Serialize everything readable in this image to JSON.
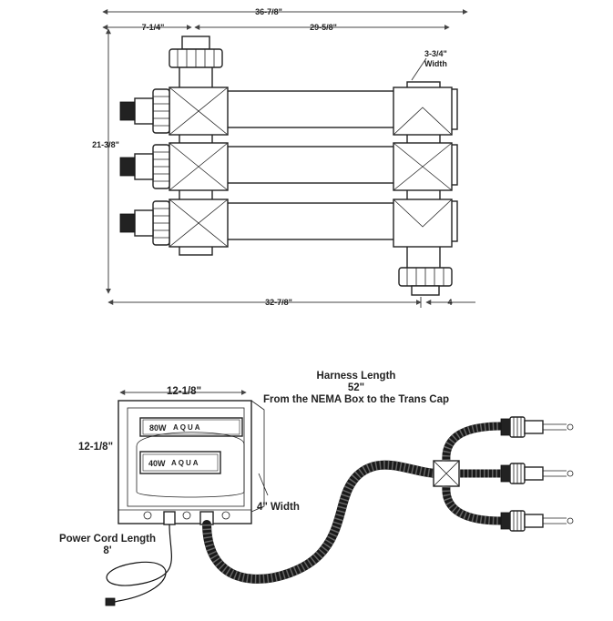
{
  "top_dimensions": {
    "overall_width": "36-7/8\"",
    "left_offset": "7-1/4\"",
    "center_span": "29-5/8\"",
    "cross_width_label": "3-3/4\"",
    "cross_width_word": "Width",
    "height": "21-3/8\"",
    "bottom_length": "32-7/8\"",
    "bottom_right": "4"
  },
  "bottom_labels": {
    "box_width": "12-1/8\"",
    "box_height": "12-1/8\"",
    "box_depth": "4\" Width",
    "harness_title": "Harness Length",
    "harness_length": "52\"",
    "harness_desc": "From the NEMA Box to the Trans Cap",
    "power_cord_title": "Power Cord Length",
    "power_cord_length": "8'"
  },
  "ballasts": [
    {
      "wattage": "80W",
      "brand": "AQUA"
    },
    {
      "wattage": "40W",
      "brand": "AQUA"
    }
  ],
  "colors": {
    "line": "#222222",
    "harness": "#1a1a1a",
    "background": "#ffffff"
  }
}
